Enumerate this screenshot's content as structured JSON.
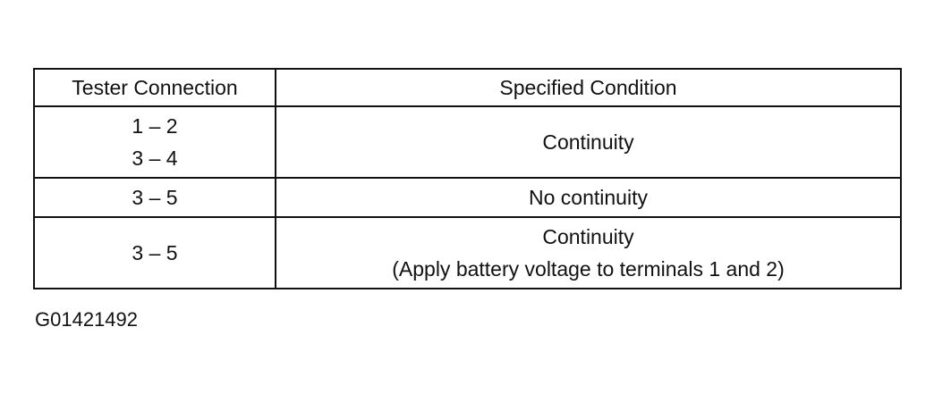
{
  "table": {
    "headers": [
      "Tester Connection",
      "Specified Condition"
    ],
    "rows": [
      {
        "tester_connection": [
          "1 – 2",
          "3 – 4"
        ],
        "specified_condition": [
          "Continuity"
        ]
      },
      {
        "tester_connection": [
          "3 – 5"
        ],
        "specified_condition": [
          "No continuity"
        ]
      },
      {
        "tester_connection": [
          "3 – 5"
        ],
        "specified_condition": [
          "Continuity",
          "(Apply battery voltage to terminals 1 and 2)"
        ]
      }
    ]
  },
  "figure_id": "G01421492"
}
